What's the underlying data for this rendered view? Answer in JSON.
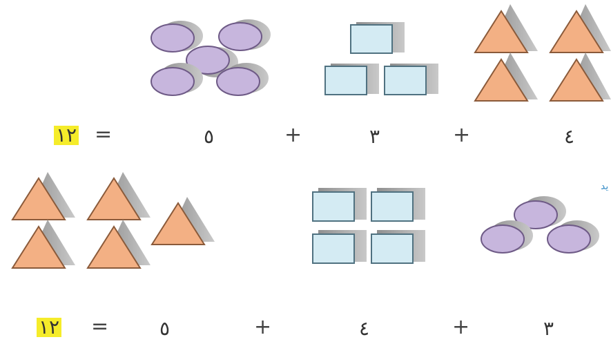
{
  "colors": {
    "circle_fill": "#c7b6dd",
    "circle_stroke": "#6e5a86",
    "square_fill": "#d4ebf3",
    "square_stroke": "#4f7180",
    "triangle_fill": "#f3b084",
    "triangle_stroke": "#8a5a3a",
    "shadow": "#9e9e9e",
    "highlight": "#f5ec2a"
  },
  "equation_1": {
    "term_1": "٤",
    "plus_1": "+",
    "term_2": "٣",
    "plus_2": "+",
    "term_3": "٥",
    "equals": "=",
    "result": "١٢"
  },
  "equation_2": {
    "term_1": "٣",
    "plus_1": "+",
    "term_2": "٤",
    "plus_2": "+",
    "term_3": "٥",
    "equals": "=",
    "result": "١٢"
  },
  "edge_text": "ﻳﺪ"
}
